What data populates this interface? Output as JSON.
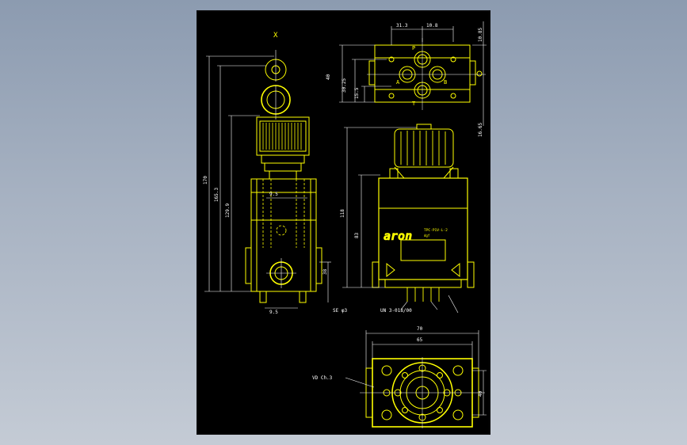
{
  "colors": {
    "background": "#9aa7b8",
    "sheet": "#000000",
    "part": "#ffff00",
    "dimension": "#ffffff"
  },
  "labels": {
    "view_x": "X",
    "port_p": "P",
    "port_a": "A",
    "port_b": "B",
    "port_t": "T",
    "brand": "aron",
    "model": "TPC-P1V-L-2",
    "sub": "dgf"
  },
  "dims": {
    "d_31_3": "31.3",
    "d_10_8": "10.8",
    "d_10_85": "10.85",
    "d_40_top": "40",
    "d_30_25": "30.25",
    "d_15_5": "15.5",
    "d_16_65": "16.65",
    "d_170": "170",
    "d_165_3": "165.3",
    "d_129_9": "129.9",
    "d_9_5_a": "9.5",
    "d_38": "38",
    "d_9_5_b": "9.5",
    "d_118": "118",
    "d_83": "83",
    "d_se": "SE φ3",
    "d_un": "UN 3-018/00",
    "d_70": "70",
    "d_65": "65",
    "d_40_right": "40",
    "d_vd": "VD Ch.3"
  }
}
